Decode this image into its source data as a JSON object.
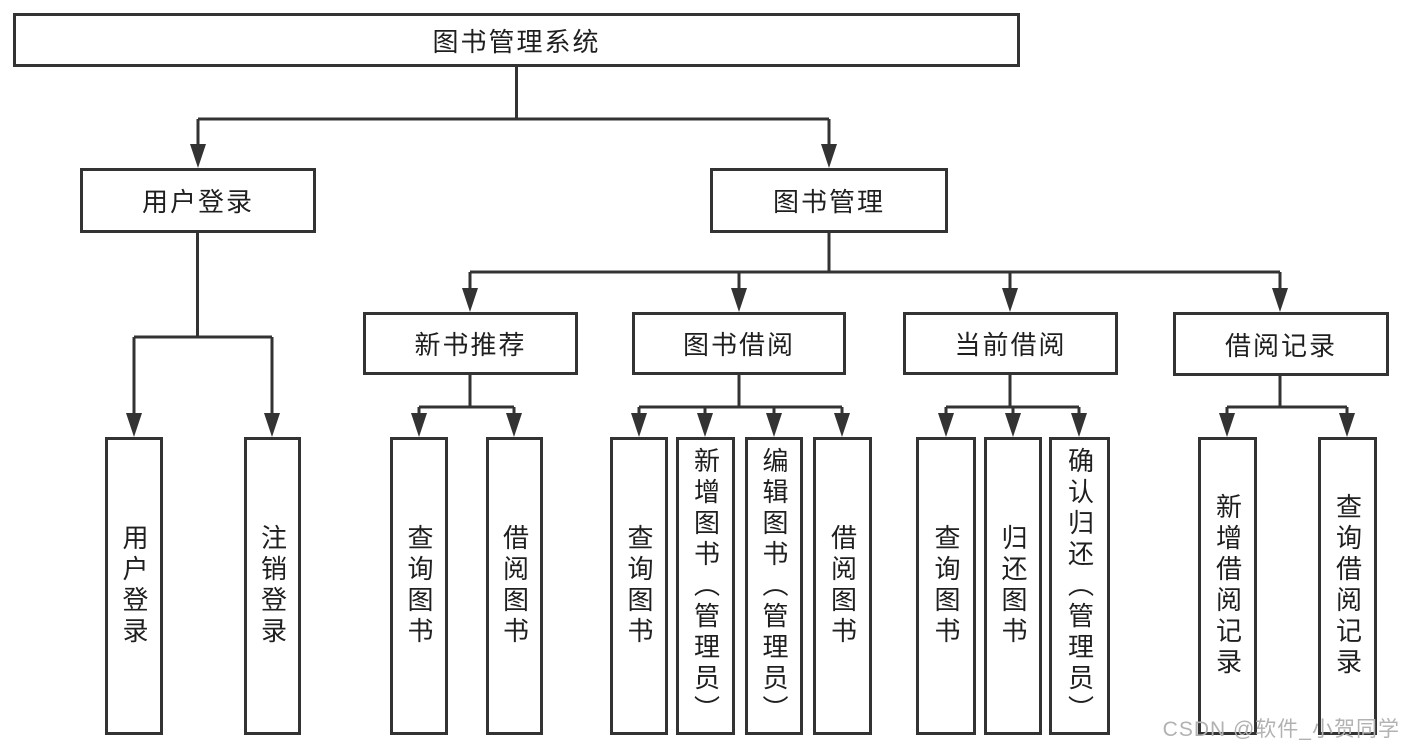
{
  "tree": {
    "label": "图书管理系统",
    "children": [
      {
        "label": "用户登录",
        "children": [
          {
            "label": "用户登录"
          },
          {
            "label": "注销登录"
          }
        ]
      },
      {
        "label": "图书管理",
        "children": [
          {
            "label": "新书推荐",
            "children": [
              {
                "label": "查询图书"
              },
              {
                "label": "借阅图书"
              }
            ]
          },
          {
            "label": "图书借阅",
            "children": [
              {
                "label": "查询图书"
              },
              {
                "label": "新增图书（管理员）"
              },
              {
                "label": "编辑图书（管理员）"
              },
              {
                "label": "借阅图书"
              }
            ]
          },
          {
            "label": "当前借阅",
            "children": [
              {
                "label": "查询图书"
              },
              {
                "label": "归还图书"
              },
              {
                "label": "确认归还（管理员）"
              }
            ]
          },
          {
            "label": "借阅记录",
            "children": [
              {
                "label": "新增借阅记录"
              },
              {
                "label": "查询借阅记录"
              }
            ]
          }
        ]
      }
    ]
  },
  "watermark": "CSDN @软件_小贺同学",
  "colors": {
    "line": "#333333",
    "box_border": "#333333",
    "text": "#1f1f1f",
    "watermark": "#b2b2b2",
    "background": "#ffffff"
  }
}
